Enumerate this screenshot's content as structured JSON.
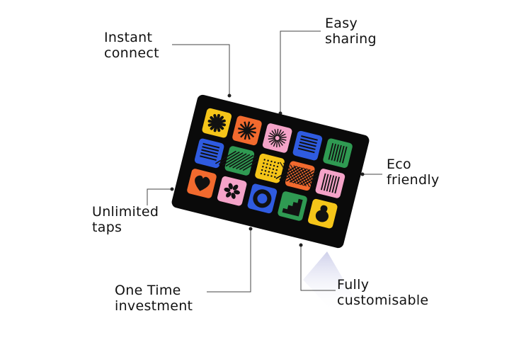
{
  "features": [
    {
      "id": "instant-connect",
      "lines": [
        "Instant",
        "connect"
      ]
    },
    {
      "id": "easy-sharing",
      "lines": [
        "Easy",
        "sharing"
      ]
    },
    {
      "id": "eco-friendly",
      "lines": [
        "Eco",
        "friendly"
      ]
    },
    {
      "id": "unlimited-taps",
      "lines": [
        "Unlimited",
        "taps"
      ]
    },
    {
      "id": "one-time-investment",
      "lines": [
        "One Time",
        "investment"
      ]
    },
    {
      "id": "fully-customisable",
      "lines": [
        "Fully",
        "customisable"
      ]
    }
  ],
  "card": {
    "background": "#0a0a0a",
    "tiles": [
      {
        "color": "#f5c519",
        "icon": "asterisk-icon"
      },
      {
        "color": "#f26a2e",
        "icon": "sunburst-icon"
      },
      {
        "color": "#f4a3c8",
        "icon": "rays-icon"
      },
      {
        "color": "#2f5be0",
        "icon": "waves-icon"
      },
      {
        "color": "#2f9a52",
        "icon": "stripes-icon"
      },
      {
        "color": "#2f5be0",
        "icon": "lines-icon"
      },
      {
        "color": "#2f9a52",
        "icon": "diagonal-lines-icon"
      },
      {
        "color": "#f5c519",
        "icon": "dots-icon"
      },
      {
        "color": "#f26a2e",
        "icon": "crosshatch-icon"
      },
      {
        "color": "#f4a3c8",
        "icon": "vertical-lines-icon"
      },
      {
        "color": "#f26a2e",
        "icon": "heart-icon"
      },
      {
        "color": "#f4a3c8",
        "icon": "flower-icon"
      },
      {
        "color": "#2f5be0",
        "icon": "ring-icon"
      },
      {
        "color": "#2f9a52",
        "icon": "stairs-icon"
      },
      {
        "color": "#f5c519",
        "icon": "blob-icon"
      }
    ]
  }
}
